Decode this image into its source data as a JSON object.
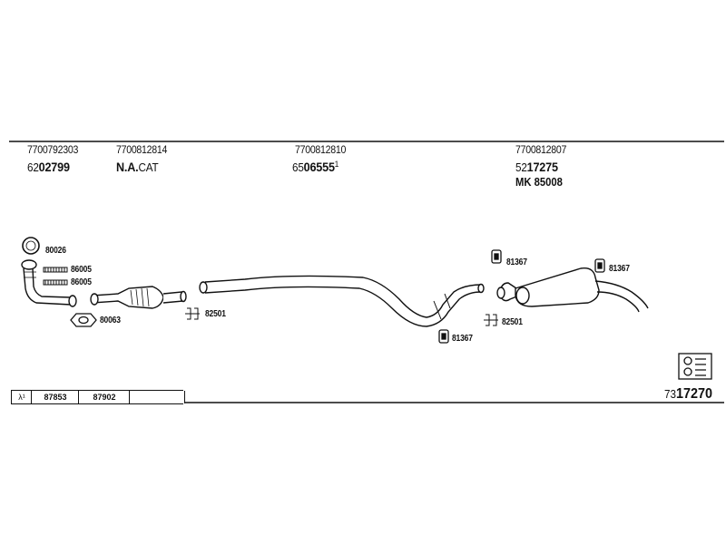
{
  "header": {
    "oem_numbers": [
      "7700792303",
      "7700812814",
      "7700812810",
      "7700812807"
    ],
    "parts": [
      {
        "prefix": "62",
        "number": "02799",
        "suffix": ""
      },
      {
        "prefix": "",
        "number": "N.A.",
        "tail": "CAT",
        "suffix": ""
      },
      {
        "prefix": "65",
        "number": "06555",
        "suffix": "1"
      },
      {
        "prefix": "52",
        "number": "17275",
        "suffix": ""
      }
    ],
    "mk": "MK  85008"
  },
  "labels": {
    "l80026": "80026",
    "l86005a": "86005",
    "l86005b": "86005",
    "l80063": "80063",
    "l82501a": "82501",
    "l81367a": "81367",
    "l81367b": "81367",
    "l81367c": "81367",
    "l82501b": "82501"
  },
  "legend": {
    "symbol": "λ¹",
    "cells": [
      "87853",
      "87902",
      ""
    ]
  },
  "reference": {
    "prefix": "73",
    "number": "17270"
  }
}
